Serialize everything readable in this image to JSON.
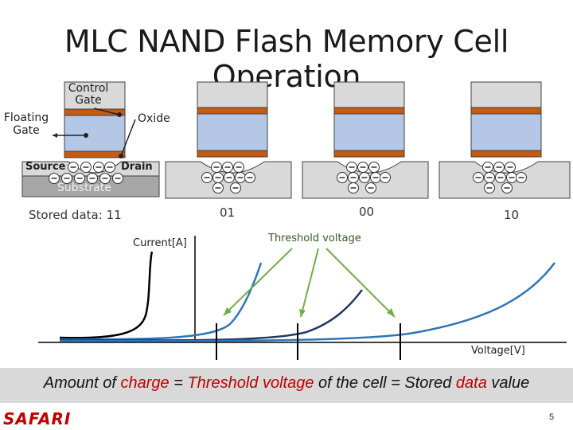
{
  "title": "MLC NAND Flash Memory Cell Operation",
  "cell_labels": {
    "control_gate_line1": "Control",
    "control_gate_line2": "Gate",
    "floating_gate_line1": "Floating",
    "floating_gate_line2": "Gate",
    "oxide": "Oxide",
    "source": "Source",
    "drain": "Drain",
    "substrate": "Substrate"
  },
  "stored_data_prefix": "Stored data:",
  "stored_values": [
    "11",
    "01",
    "00",
    "10"
  ],
  "graph": {
    "y_label": "Current[A]",
    "x_label": "Voltage[V]",
    "annotation": "Threshold voltage"
  },
  "banner": {
    "part1": "Amount of ",
    "part2": "charge",
    "part3": " = ",
    "part4": "Threshold voltage",
    "part5": " of the cell = Stored ",
    "part6": "data",
    "part7": " value"
  },
  "brand": "SAFARI",
  "page_number": "5",
  "colors": {
    "gate_gray": "#d9d9d9",
    "oxide_brown": "#c55a11",
    "floating_blue": "#b4c7e7",
    "substrate_gray": "#a6a6a6",
    "curve_black": "#000000",
    "curve_blue": "#2e75b6",
    "curve_navy": "#203864",
    "arrow_green": "#70ad47",
    "accent_red": "#c00000"
  }
}
